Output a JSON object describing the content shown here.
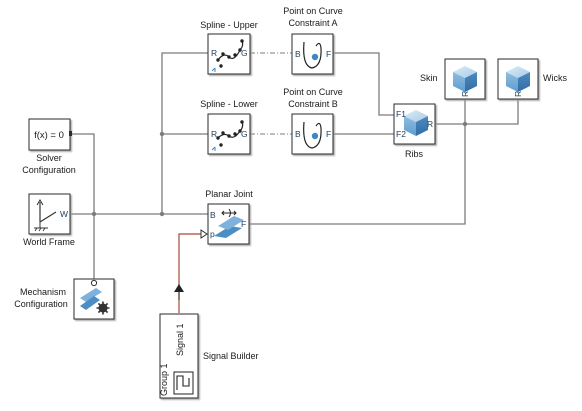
{
  "diagram": {
    "blocks": {
      "spline_upper": {
        "title": "Spline - Upper",
        "port_in": "R",
        "port_out": "G"
      },
      "spline_lower": {
        "title": "Spline - Lower",
        "port_in": "R",
        "port_out": "G"
      },
      "constraint_a": {
        "title_line1": "Point on Curve",
        "title_line2": "Constraint A",
        "port_in": "B",
        "port_out": "F"
      },
      "constraint_b": {
        "title_line1": "Point on Curve",
        "title_line2": "Constraint B",
        "port_in": "B",
        "port_out": "F"
      },
      "ribs": {
        "title": "Ribs",
        "port_in1": "F1",
        "port_in2": "F2",
        "port_out": "R"
      },
      "skin": {
        "title": "Skin",
        "port": "R"
      },
      "wicks": {
        "title": "Wicks",
        "port": "R"
      },
      "solver": {
        "text": "f(x) = 0",
        "title_line1": "Solver",
        "title_line2": "Configuration"
      },
      "world": {
        "title": "World Frame",
        "port": "W"
      },
      "planar": {
        "title": "Planar Joint",
        "port_b": "B",
        "port_f": "F",
        "port_p": "p"
      },
      "mechanism": {
        "title_line1": "Mechanism",
        "title_line2": "Configuration"
      },
      "signal_builder": {
        "title": "Signal Builder",
        "signal_label": "Signal 1",
        "group_label": "Group 1"
      }
    },
    "colors": {
      "wire": "#7c7c7c",
      "signal_wire": "#a34a3a",
      "block_border": "#2b2b2b",
      "accent_blue": "#3f86c4",
      "cube_light": "#bcd8ee",
      "cube_dark": "#4c8ec4"
    }
  }
}
